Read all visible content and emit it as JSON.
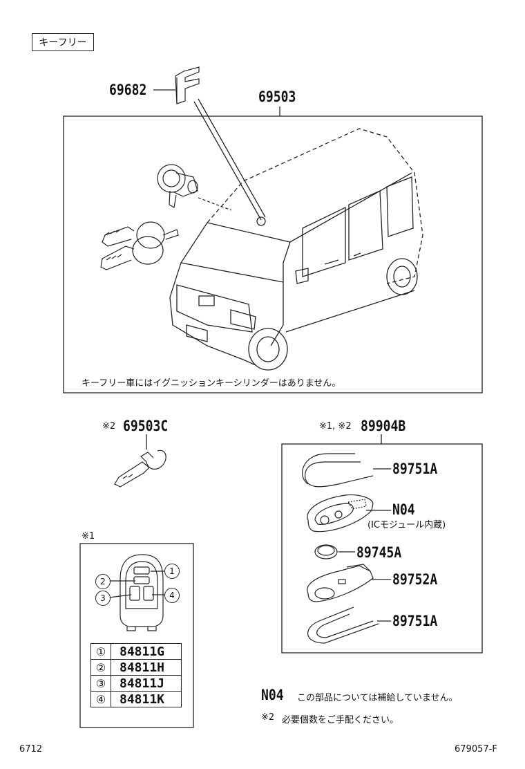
{
  "header": {
    "tag": "キーフリー"
  },
  "parts": {
    "p69682": "69682",
    "p69503": "69503",
    "p69503C": "69503C",
    "p89904B": "89904B",
    "p89751A_top": "89751A",
    "pN04": "N04",
    "pN04_note": "(ICモジュール内蔵)",
    "p89745A": "89745A",
    "p89752A": "89752A",
    "p89751A_bottom": "89751A"
  },
  "notes": {
    "car_caption": "キーフリー車にはイグニッションキーシリンダーはありません。",
    "mark_69503C": "※2",
    "mark_89904B": "※1, ※2",
    "mark_remote": "※1",
    "n04_label": "N04",
    "n04_text": "この部品については補給していません。",
    "note2_mark": "※2",
    "note2_text": "必要個数をご手配ください。"
  },
  "remote_legend": [
    {
      "num": "①",
      "code": "84811G"
    },
    {
      "num": "②",
      "code": "84811H"
    },
    {
      "num": "③",
      "code": "84811J"
    },
    {
      "num": "④",
      "code": "84811K"
    }
  ],
  "callouts": {
    "c1": "1",
    "c2": "2",
    "c3": "3",
    "c4": "4"
  },
  "footer": {
    "left": "6712",
    "right": "679057-F"
  }
}
